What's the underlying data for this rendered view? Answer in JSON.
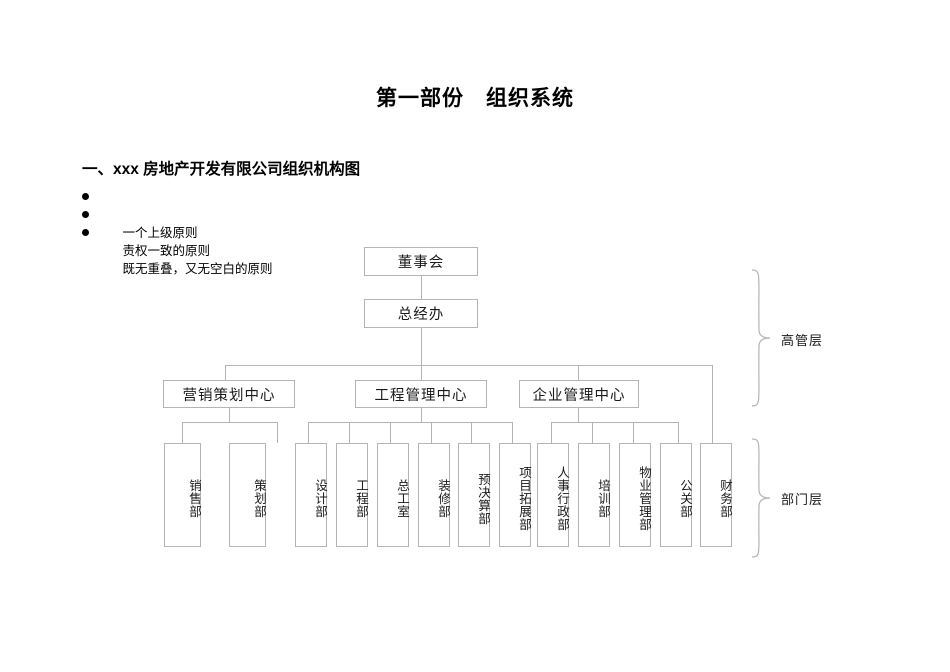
{
  "document": {
    "title": "第一部份　组织系统",
    "section_heading": "一、xxx 房地产开发有限公司组织机构图",
    "principles": [
      "一个上级原则",
      "责权一致的原则",
      "既无重叠，又无空白的原则"
    ]
  },
  "org_chart": {
    "board": "董事会",
    "general_office": "总经办",
    "centers": [
      "营销策划中心",
      "工程管理中心",
      "企业管理中心"
    ],
    "departments": [
      "销售部",
      "策划部",
      "设计部",
      "工程部",
      "总工室",
      "装修部",
      "预决算部",
      "项目拓展部",
      "人事行政部",
      "培训部",
      "物业管理部",
      "公关部",
      "财务部"
    ],
    "level_labels": [
      "高管层",
      "部门层"
    ],
    "colors": {
      "border": "#b4b4b4",
      "text": "#1a1a1a",
      "background": "#ffffff"
    }
  }
}
